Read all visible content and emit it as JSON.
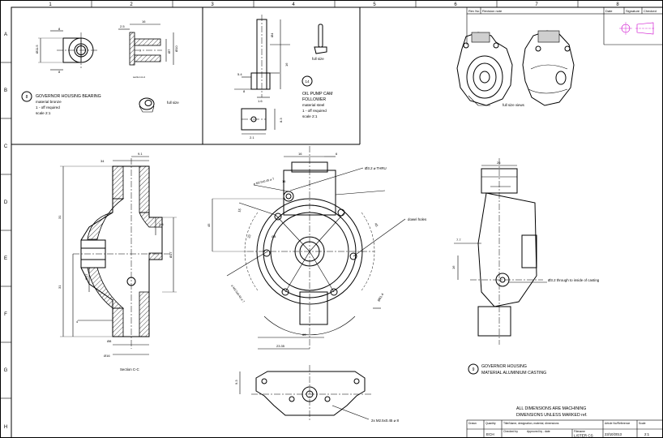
{
  "grid": {
    "columns": [
      "1",
      "2",
      "3",
      "4",
      "5",
      "6",
      "7",
      "8"
    ],
    "rows": [
      "A",
      "B",
      "C",
      "D",
      "E",
      "F",
      "G",
      "H"
    ]
  },
  "revision_table": {
    "headers": [
      "Rev No",
      "Revision note",
      "Date",
      "Signature",
      "Checked"
    ]
  },
  "parts": {
    "bearing": {
      "number": "8",
      "title": "GOVERNOR HOUSING BEARING",
      "material": "material bronze",
      "quantity": "1 - off required",
      "scale": "scale 2:1",
      "full_size": "full size",
      "dims": {
        "d1": "16",
        "d2": "2.5",
        "d3": "8",
        "d4": "8",
        "d5": "Ø11.5",
        "d6": "Ø7",
        "d7": "7",
        "d8": "Ø10"
      },
      "section_note": "section A-A"
    },
    "follower": {
      "number": "14",
      "title1": "OIL PUMP CAM",
      "title2": "FOLLOWER",
      "material": "material steel",
      "quantity": "1 - off required",
      "scale": "scale 2:1",
      "full_size": "full size",
      "dims": {
        "d1": "Ø4",
        "d2": "16",
        "d3": "5.4",
        "d4": "1.6",
        "d5": "2.1",
        "d6": "8.3",
        "d7": "8"
      }
    },
    "views": {
      "full_size": "full size views"
    },
    "housing": {
      "number": "9",
      "title": "GOVERNOR HOUSING",
      "material": "MATERIAL ALUMINIUM CASTING",
      "section_label": "Section C-C",
      "callouts": {
        "thru": "Ø3.2 ⌀ THRU",
        "bolt": "⌀ M2.5x0.45 ⌀ 7",
        "dowel": "dowel holes",
        "boss": "Ø3.2 through to inside of casting",
        "tap": "2x M2.5x0.45 ⌀ 8"
      },
      "dims": {
        "s1": "34",
        "s2": "9.1",
        "s3": "2.5",
        "s4": "31",
        "s5": "31",
        "s6": "Ø17",
        "s7": "Ø17",
        "s8": "4",
        "s9": "Ø8",
        "s10": "Ø16",
        "f1": "16",
        "f2": "6",
        "f3": "45",
        "f4": "15",
        "f5": "33",
        "f6": "45",
        "f7": "Ø8",
        "f8": "60",
        "f9": "23.35",
        "f10": "Ø61.4",
        "f11": "16",
        "r1": "26",
        "r2": "7.7",
        "r3": "16",
        "b1": "9.3"
      }
    }
  },
  "notes": {
    "line1": "ALL DIMENSIONS ARE MACHINING",
    "line2": "DIMENSIONS UNLESS MARKED ref."
  },
  "title_block": {
    "drawn_label": "Drawn",
    "drawn_value": "ECH",
    "quantity_label": "Quantity",
    "checked_label": "Checked by",
    "title_label": "Title/Name, designation, material, dimensions",
    "approved_label": "Approved by - date",
    "filename_label": "Filename",
    "filename_value": "LISTER CS",
    "date_label": "Article No/Reference",
    "date_value": "23/10/2013",
    "scale_label": "Scale",
    "scale_value": "2:1"
  },
  "colors": {
    "line": "#000000",
    "hatch": "#000000",
    "paper": "#ffffff",
    "logo": "#cc00cc"
  }
}
